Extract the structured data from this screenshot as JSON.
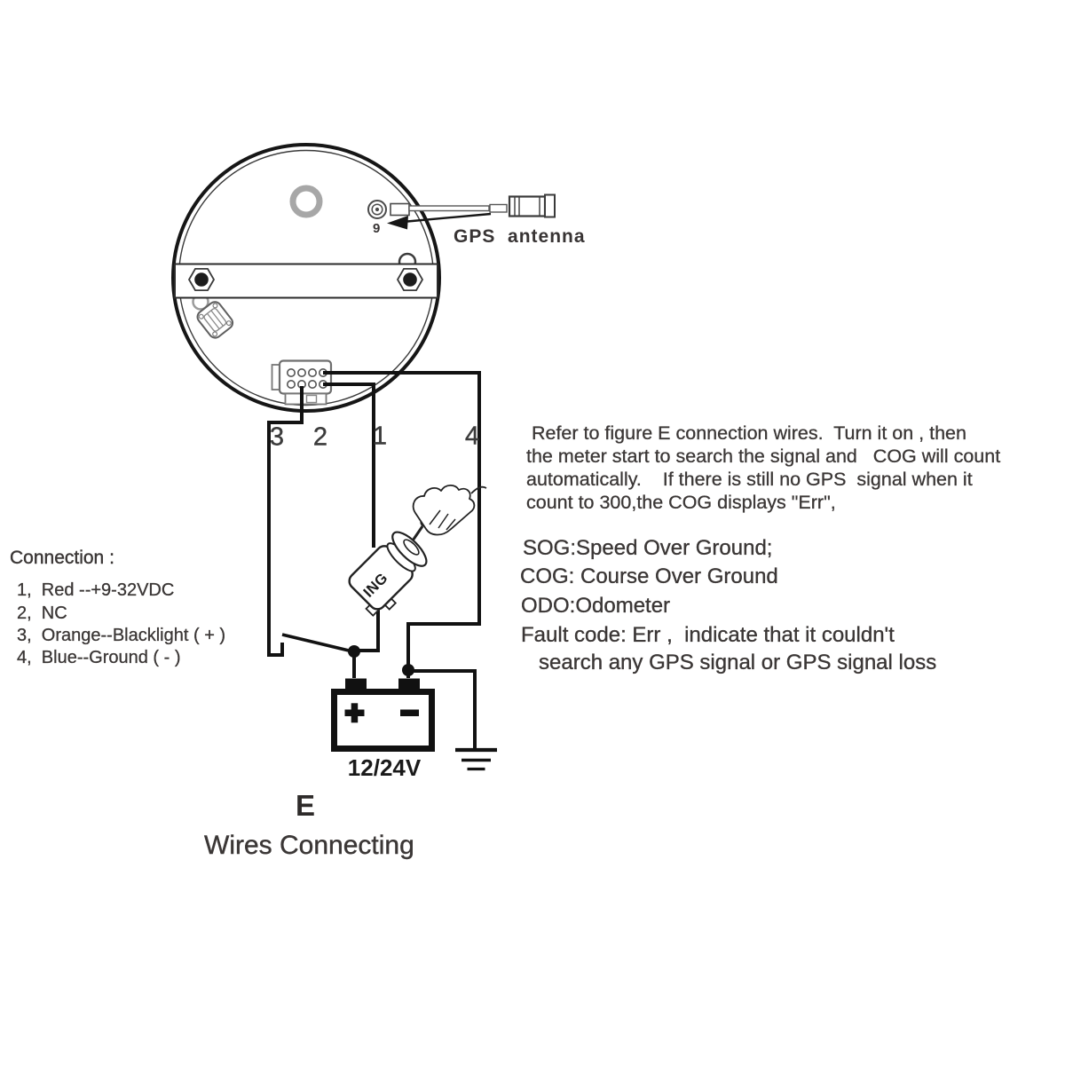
{
  "colors": {
    "ink": "#141414",
    "text": "#3b3736",
    "gray_detail": "#7a7a7a"
  },
  "figure": {
    "letter": "E",
    "caption": "Wires Connecting"
  },
  "gauge": {
    "antenna_label": "GPS  antenna",
    "port_number": "9"
  },
  "wires": {
    "labels": [
      "3",
      "2",
      "1",
      "4"
    ]
  },
  "switch": {
    "label": "ING"
  },
  "battery": {
    "voltage": "12/24V"
  },
  "connection": {
    "title": "Connection :",
    "items": [
      "1,  Red --+9-32VDC",
      "2,  NC",
      "3,  Orange--Blacklight ( + )",
      "4,  Blue--Ground ( - )"
    ]
  },
  "instructions": {
    "lines": [
      " Refer to figure E connection wires.  Turn it on , then",
      "the meter start to search the signal and   COG will count",
      "automatically.    If there is still no GPS  signal when it",
      "count to 300,the COG displays \"Err\","
    ]
  },
  "glossary": {
    "lines": [
      "SOG:Speed Over Ground;",
      "COG: Course Over Ground",
      "ODO:Odometer",
      "Fault code: Err ,  indicate that it couldn't",
      "   search any GPS signal or GPS signal loss"
    ]
  }
}
